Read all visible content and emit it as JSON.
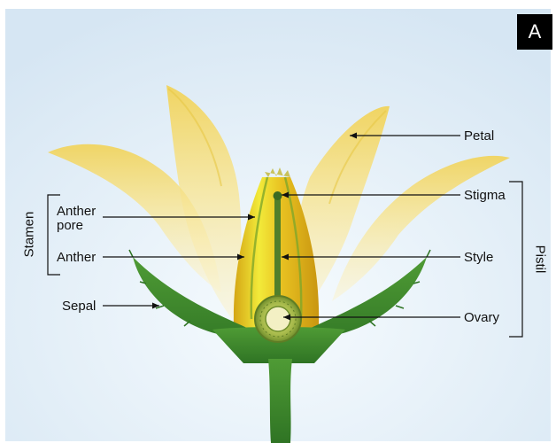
{
  "panel": {
    "letter": "A"
  },
  "labels": {
    "petal": "Petal",
    "stigma": "Stigma",
    "style": "Style",
    "ovary": "Ovary",
    "anther_pore_line1": "Anther",
    "anther_pore_line2": "pore",
    "anther": "Anther",
    "sepal": "Sepal"
  },
  "groups": {
    "stamen": "Stamen",
    "pistil": "Pistil"
  },
  "colors": {
    "background_top": "#dbe9f5",
    "background_bottom": "#f4f9fd",
    "petal": "#f5dc70",
    "stamen_cone": "#e7b820",
    "stamen_highlight": "#f3ef3c",
    "sepal": "#3f8c2f",
    "style": "#4f7f2b",
    "ovary": "#8faa3a"
  }
}
